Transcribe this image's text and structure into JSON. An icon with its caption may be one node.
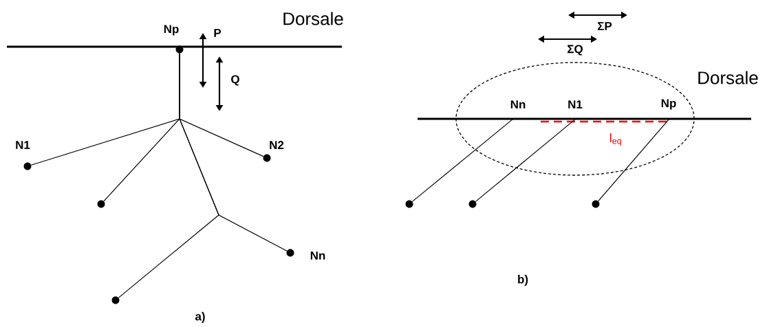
{
  "diagram": {
    "nodes": [
      {
        "text": [
          "Np"
        ]
      },
      {
        "text": [
          "N1"
        ]
      },
      {
        "text": [
          "N2"
        ]
      },
      {
        "text": [],
        "shape": "circle"
      },
      {
        "text": [
          "Nn"
        ]
      },
      {
        "text": [],
        "shape": "circle"
      },
      {
        "text": [
          "Nn"
        ]
      },
      {
        "text": [
          "N1"
        ]
      },
      {
        "text": [
          "Np"
        ]
      },
      {
        "text": [],
        "shape": "circle"
      },
      {
        "text": [],
        "shape": "circle"
      },
      {
        "text": [],
        "shape": "circle"
      }
    ],
    "edges": [
      {
        "from": 0,
        "to": 1,
        "arrow": "none"
      },
      {
        "from": 0,
        "to": 3,
        "arrow": "none"
      },
      {
        "from": 0,
        "to": 2,
        "arrow": "none"
      },
      {
        "from": 0,
        "to": 5,
        "arrow": "none"
      },
      {
        "from": 0,
        "to": 4,
        "arrow": "none"
      },
      {
        "from": 9,
        "to": 6,
        "arrow": "none"
      },
      {
        "from": 10,
        "to": 7,
        "arrow": "none"
      },
      {
        "from": 11,
        "to": 8,
        "arrow": "none"
      }
    ],
    "labels": [
      "Dorsale",
      "P",
      "Q",
      "a)",
      "ΣP",
      "ΣQ",
      "Dorsale",
      "l$_{eq}$",
      "b)"
    ]
  }
}
